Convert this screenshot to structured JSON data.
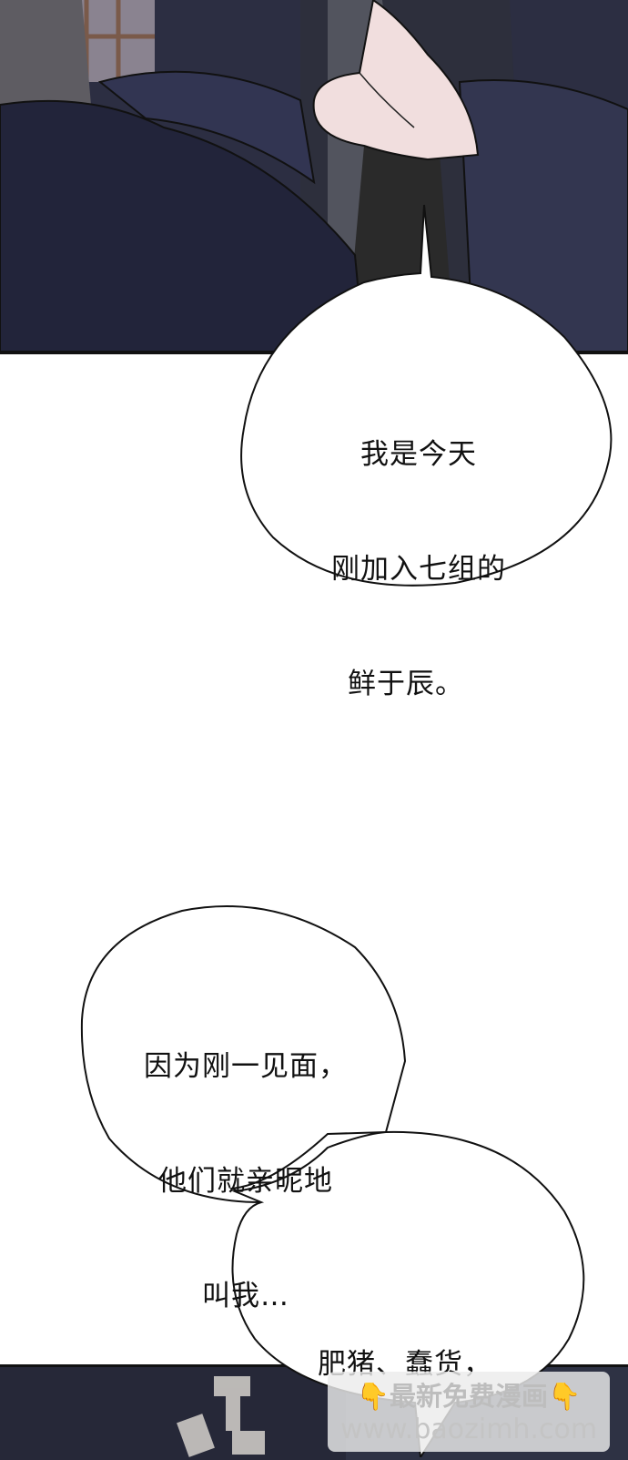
{
  "panels": {
    "top": {
      "description": "Figures in dark navy robes, one performing a fist-and-palm salute",
      "robe_color": "#2a2c3e",
      "skin_color": "#f1dede"
    },
    "bottom": {
      "description": "Dark scene with blurred white sign strokes",
      "color": "#262838"
    }
  },
  "bubbles": [
    {
      "id": "intro",
      "lines": [
        "我是今天",
        "刚加入七组的",
        "鲜于辰。"
      ]
    },
    {
      "id": "nickname-lead",
      "lines": [
        "因为刚一见面，",
        "他们就亲昵地",
        "叫我…"
      ]
    },
    {
      "id": "nicknames",
      "lines": [
        "肥猪、蠢货，"
      ]
    }
  ],
  "watermark": {
    "line1": "最新免费漫画",
    "line2": "www.baozimh.com",
    "icon_left": "👇",
    "icon_right": "👇"
  }
}
